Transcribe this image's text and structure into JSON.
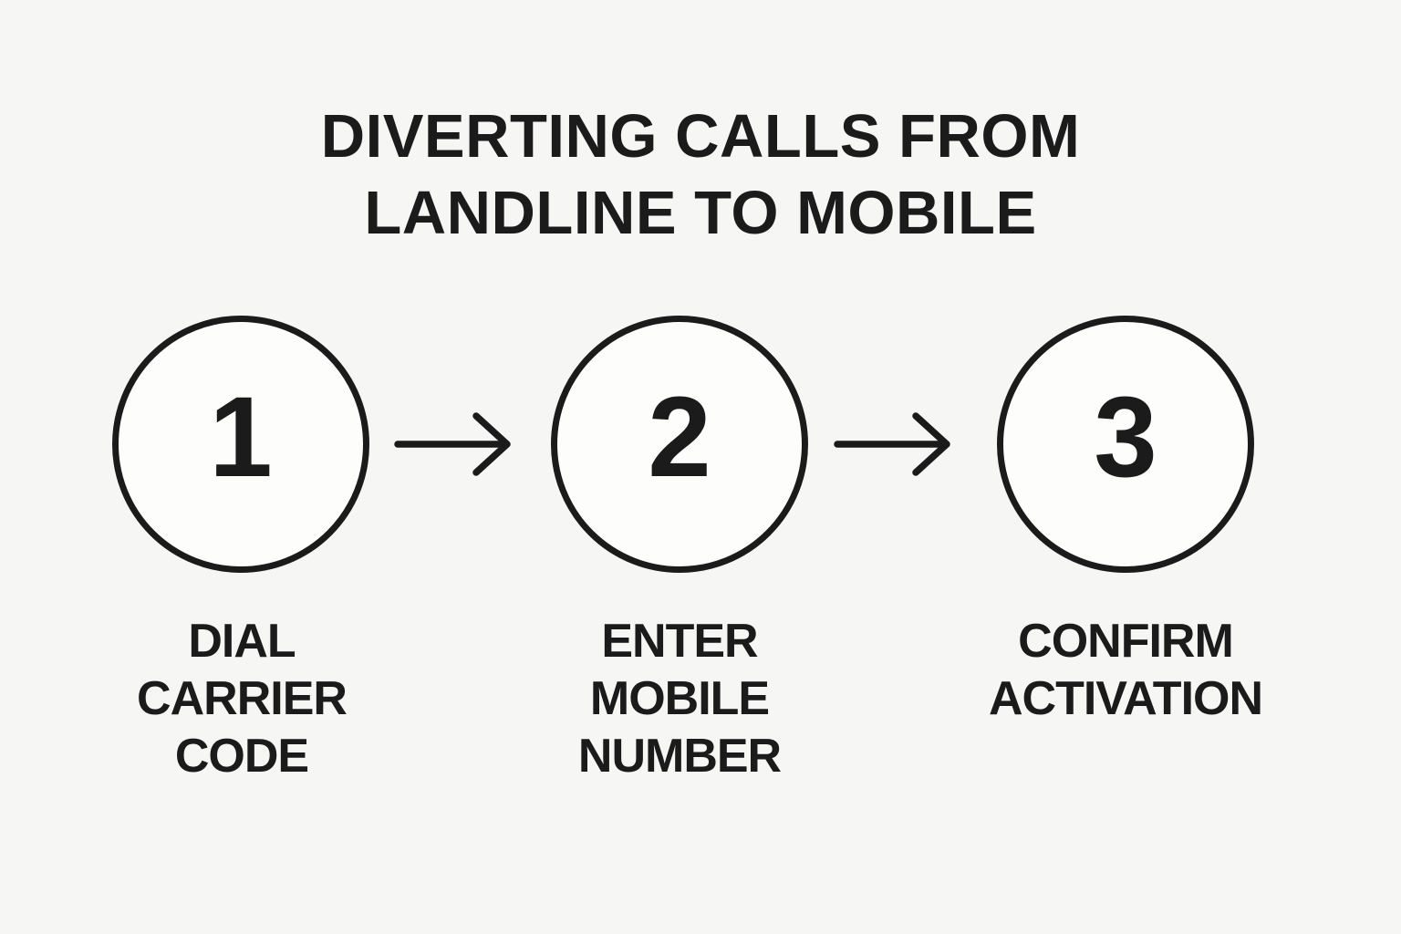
{
  "colors": {
    "background": "#f6f6f4",
    "ink": "#1b1b1b",
    "circle_fill": "#fdfdfc"
  },
  "title": {
    "line1": "DIVERTING CALLS FROM",
    "line2": "LANDLINE TO MOBILE"
  },
  "steps": [
    {
      "number": "1",
      "label_lines": [
        "DIAL",
        "CARRIER",
        "CODE"
      ]
    },
    {
      "number": "2",
      "label_lines": [
        "ENTER",
        "MOBILE",
        "NUMBER"
      ]
    },
    {
      "number": "3",
      "label_lines": [
        "CONFIRM",
        "ACTIVATION"
      ]
    }
  ],
  "arrows": [
    {
      "name": "arrow-step1-to-step2",
      "direction": "right"
    },
    {
      "name": "arrow-step2-to-step3",
      "direction": "right"
    }
  ]
}
